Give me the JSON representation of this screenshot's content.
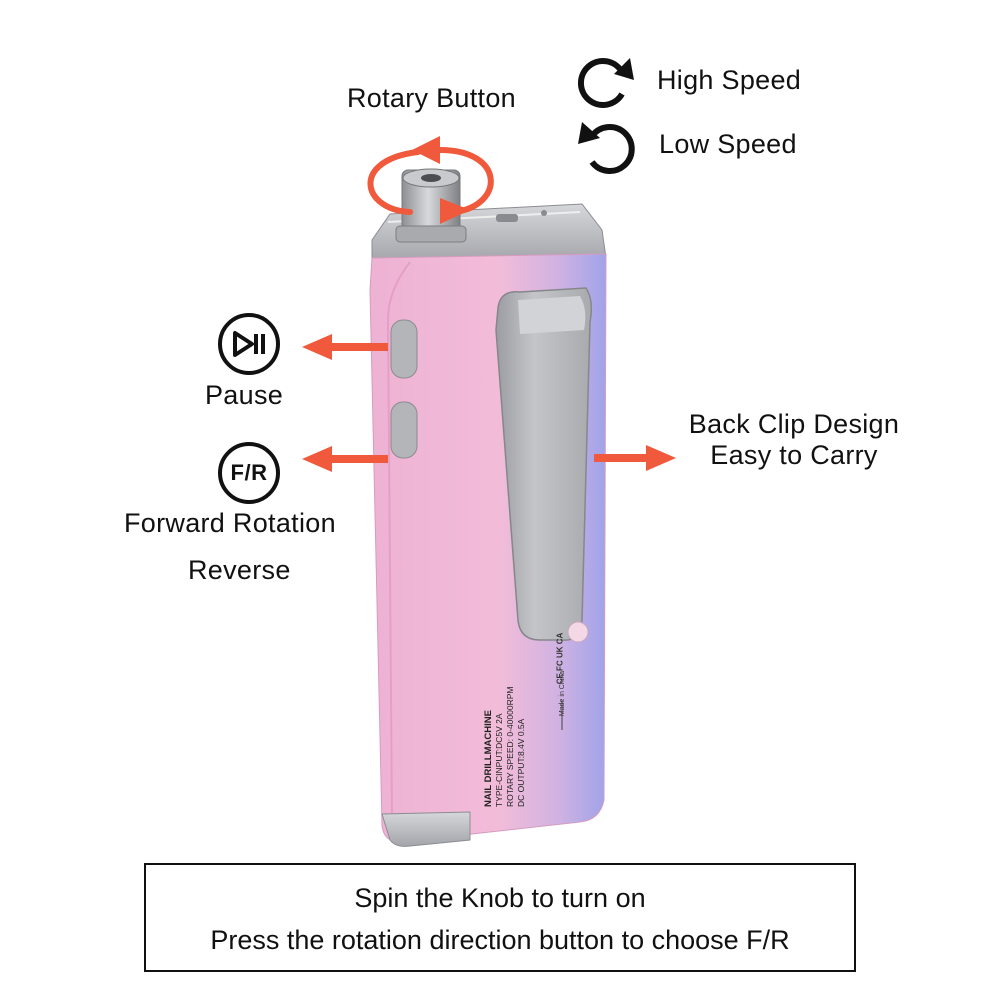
{
  "labels": {
    "rotary_button": "Rotary Button",
    "high_speed": "High Speed",
    "low_speed": "Low Speed",
    "pause": "Pause",
    "forward_rotation": "Forward Rotation",
    "reverse": "Reverse",
    "back_clip_line1": "Back Clip Design",
    "back_clip_line2": "Easy to Carry",
    "fr_icon_text": "F/R"
  },
  "device_label": {
    "title": "NAIL DRILLMACHINE",
    "line1": "TYPE-CINPUT:DC5V 2A",
    "line2": "ROTARY SPEED: 0-40000RPM",
    "line3": "DC OUTPUT:8.4V 0.5A",
    "made_in": "Made in China",
    "cert": "CE FC UK CA"
  },
  "note": {
    "line1": "Spin the Knob to turn on",
    "line2": "Press the rotation direction button to choose F/R"
  },
  "colors": {
    "arrow": "#f0593b",
    "body_pink": "#f1b8d8",
    "body_lavender": "#a6a6ec",
    "metal": "#b5b6ba"
  },
  "icons": [
    "clockwise-arrow-icon",
    "counterclockwise-arrow-icon",
    "play-pause-icon",
    "fr-icon"
  ]
}
